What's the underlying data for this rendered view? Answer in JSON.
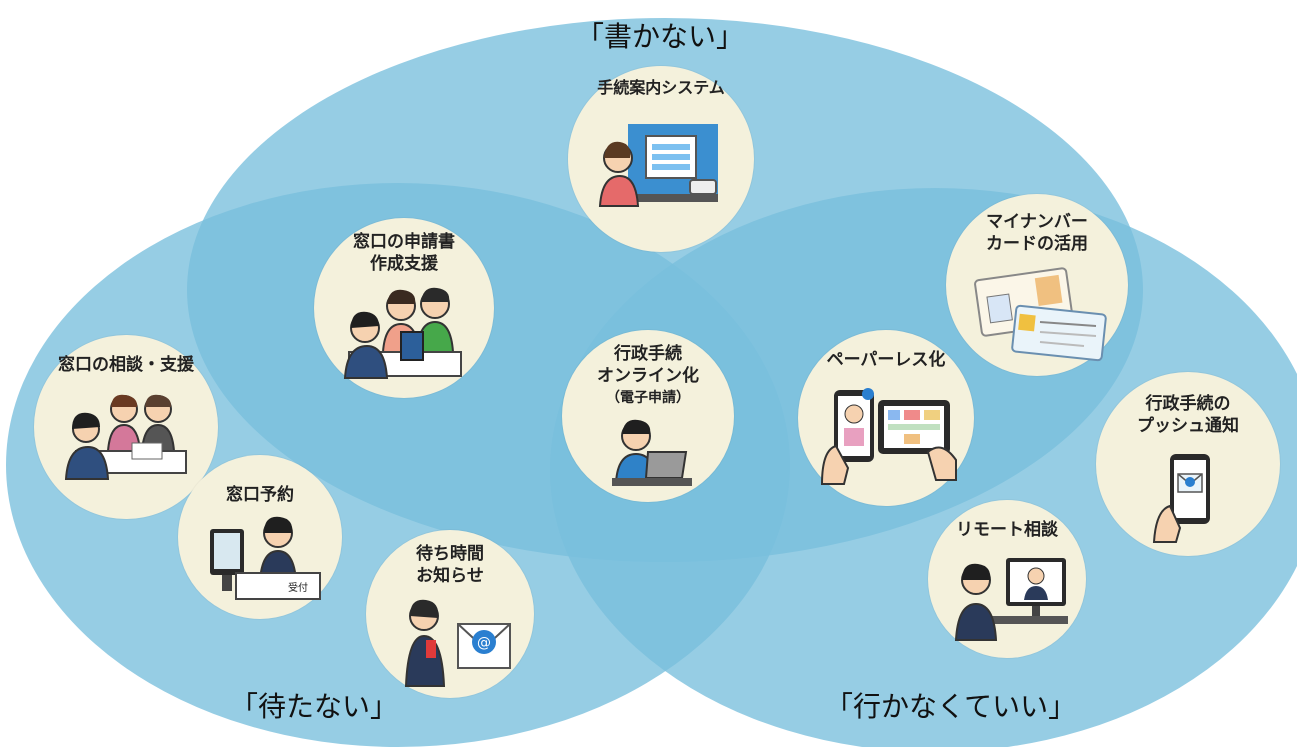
{
  "groups": {
    "write": "「書かない」",
    "wait": "「待たない」",
    "go": "「行かなくていい」"
  },
  "nodes": {
    "guide": {
      "line1": "手続案内システム"
    },
    "form_support": {
      "line1": "窓口の申請書",
      "line2": "作成支援"
    },
    "consult": {
      "line1": "窓口の相談・支援"
    },
    "reservation": {
      "line1": "窓口予約"
    },
    "wait_notice": {
      "line1": "待ち時間",
      "line2": "お知らせ"
    },
    "online": {
      "line1": "行政手続",
      "line2": "オンライン化",
      "line3": "（電子申請）"
    },
    "mynumber": {
      "line1": "マイナンバー",
      "line2": "カードの活用"
    },
    "paperless": {
      "line1": "ペーパーレス化"
    },
    "push": {
      "line1": "行政手続の",
      "line2": "プッシュ通知"
    },
    "remote": {
      "line1": "リモート相談"
    }
  },
  "illustration_text": {
    "reception_sign": "受付",
    "mail_symbol": "@"
  },
  "colors": {
    "ellipse_fill": "#7fc3e0",
    "node_fill": "#f4f1dc",
    "overlap_fill": "#4aa3cf"
  }
}
